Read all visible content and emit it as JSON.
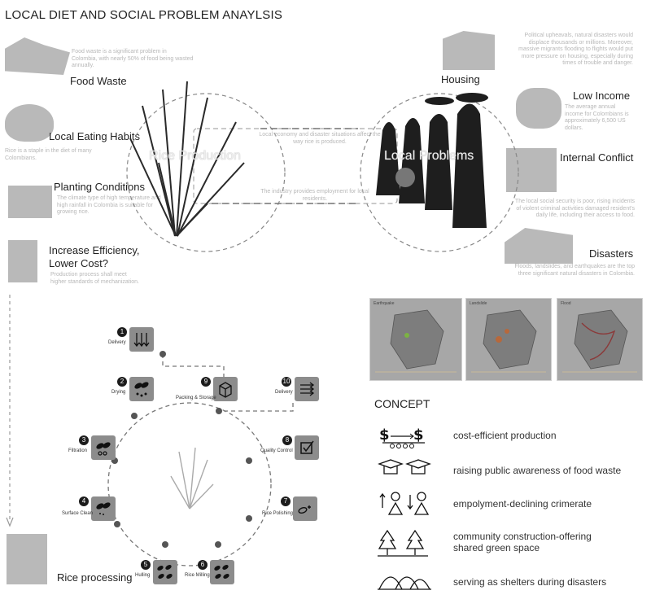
{
  "title": "LOCAL DIET AND SOCIAL PROBLEM ANAYLSIS",
  "left_factors": [
    {
      "label": "Food Waste",
      "desc": "Food waste is a significant problem in Colombia, with nearly 50% of food being wasted annually."
    },
    {
      "label": "Local Eating Habits",
      "desc": "Rice is a staple in the diet of many Colombians."
    },
    {
      "label": "Planting Conditions",
      "desc": "The climate type of high temperature and high rainfall in Colombia is suitable for growing rice."
    },
    {
      "label": "Increase Efficiency,\nLower Cost?",
      "desc": "Production process shall meet higher standards of mechanization."
    }
  ],
  "right_factors": [
    {
      "label": "Housing",
      "desc": "Political upheavals, natural disasters would displace thousands or millions. Moreover, massive migrants flooding to flights would put more pressure on housing, especially during times of trouble and danger."
    },
    {
      "label": "Low Income",
      "desc": "The average annual income for Colombians is approximately 6,500 US dollars."
    },
    {
      "label": "Internal Conflict",
      "desc": "The local social security is poor, rising incidents of violent criminal activities damaged resident's daily life, including their access to food."
    },
    {
      "label": "Disasters",
      "desc": "Floods, landslides, and earthquakes are the top three significant natural disasters in Colombia."
    }
  ],
  "center": {
    "left_circle": "Rice Production",
    "right_circle": "Local Problems",
    "link_top": "Local economy and disaster situations affect the way rice is produced.",
    "link_bottom": "The industry provides employment for local residents."
  },
  "maps": [
    {
      "title": "Earthquake"
    },
    {
      "title": "Landslide"
    },
    {
      "title": "Flood"
    }
  ],
  "process": {
    "label": "Rice processing",
    "steps": [
      {
        "num": "1",
        "label": "Delivery"
      },
      {
        "num": "2",
        "label": "Drying"
      },
      {
        "num": "3",
        "label": "Filtration"
      },
      {
        "num": "4",
        "label": "Surface Clean"
      },
      {
        "num": "5",
        "label": "Hulling"
      },
      {
        "num": "6",
        "label": "Rice Milling"
      },
      {
        "num": "7",
        "label": "Rice Polishing"
      },
      {
        "num": "8",
        "label": "Quality Control"
      },
      {
        "num": "9",
        "label": "Packing & Storage"
      },
      {
        "num": "10",
        "label": "Delivery"
      }
    ]
  },
  "concept": {
    "heading": "CONCEPT",
    "items": [
      {
        "text": "cost-efficient production",
        "icon": "dollar-conveyor-icon"
      },
      {
        "text": "raising public awareness of food waste",
        "icon": "graduation-cap-icon"
      },
      {
        "text": "empolyment-declining crimerate",
        "icon": "person-arrows-icon"
      },
      {
        "text": "community construction-offering shared green space",
        "icon": "trees-icon"
      },
      {
        "text": "serving as shelters during disasters",
        "icon": "shelter-arches-icon"
      }
    ]
  }
}
